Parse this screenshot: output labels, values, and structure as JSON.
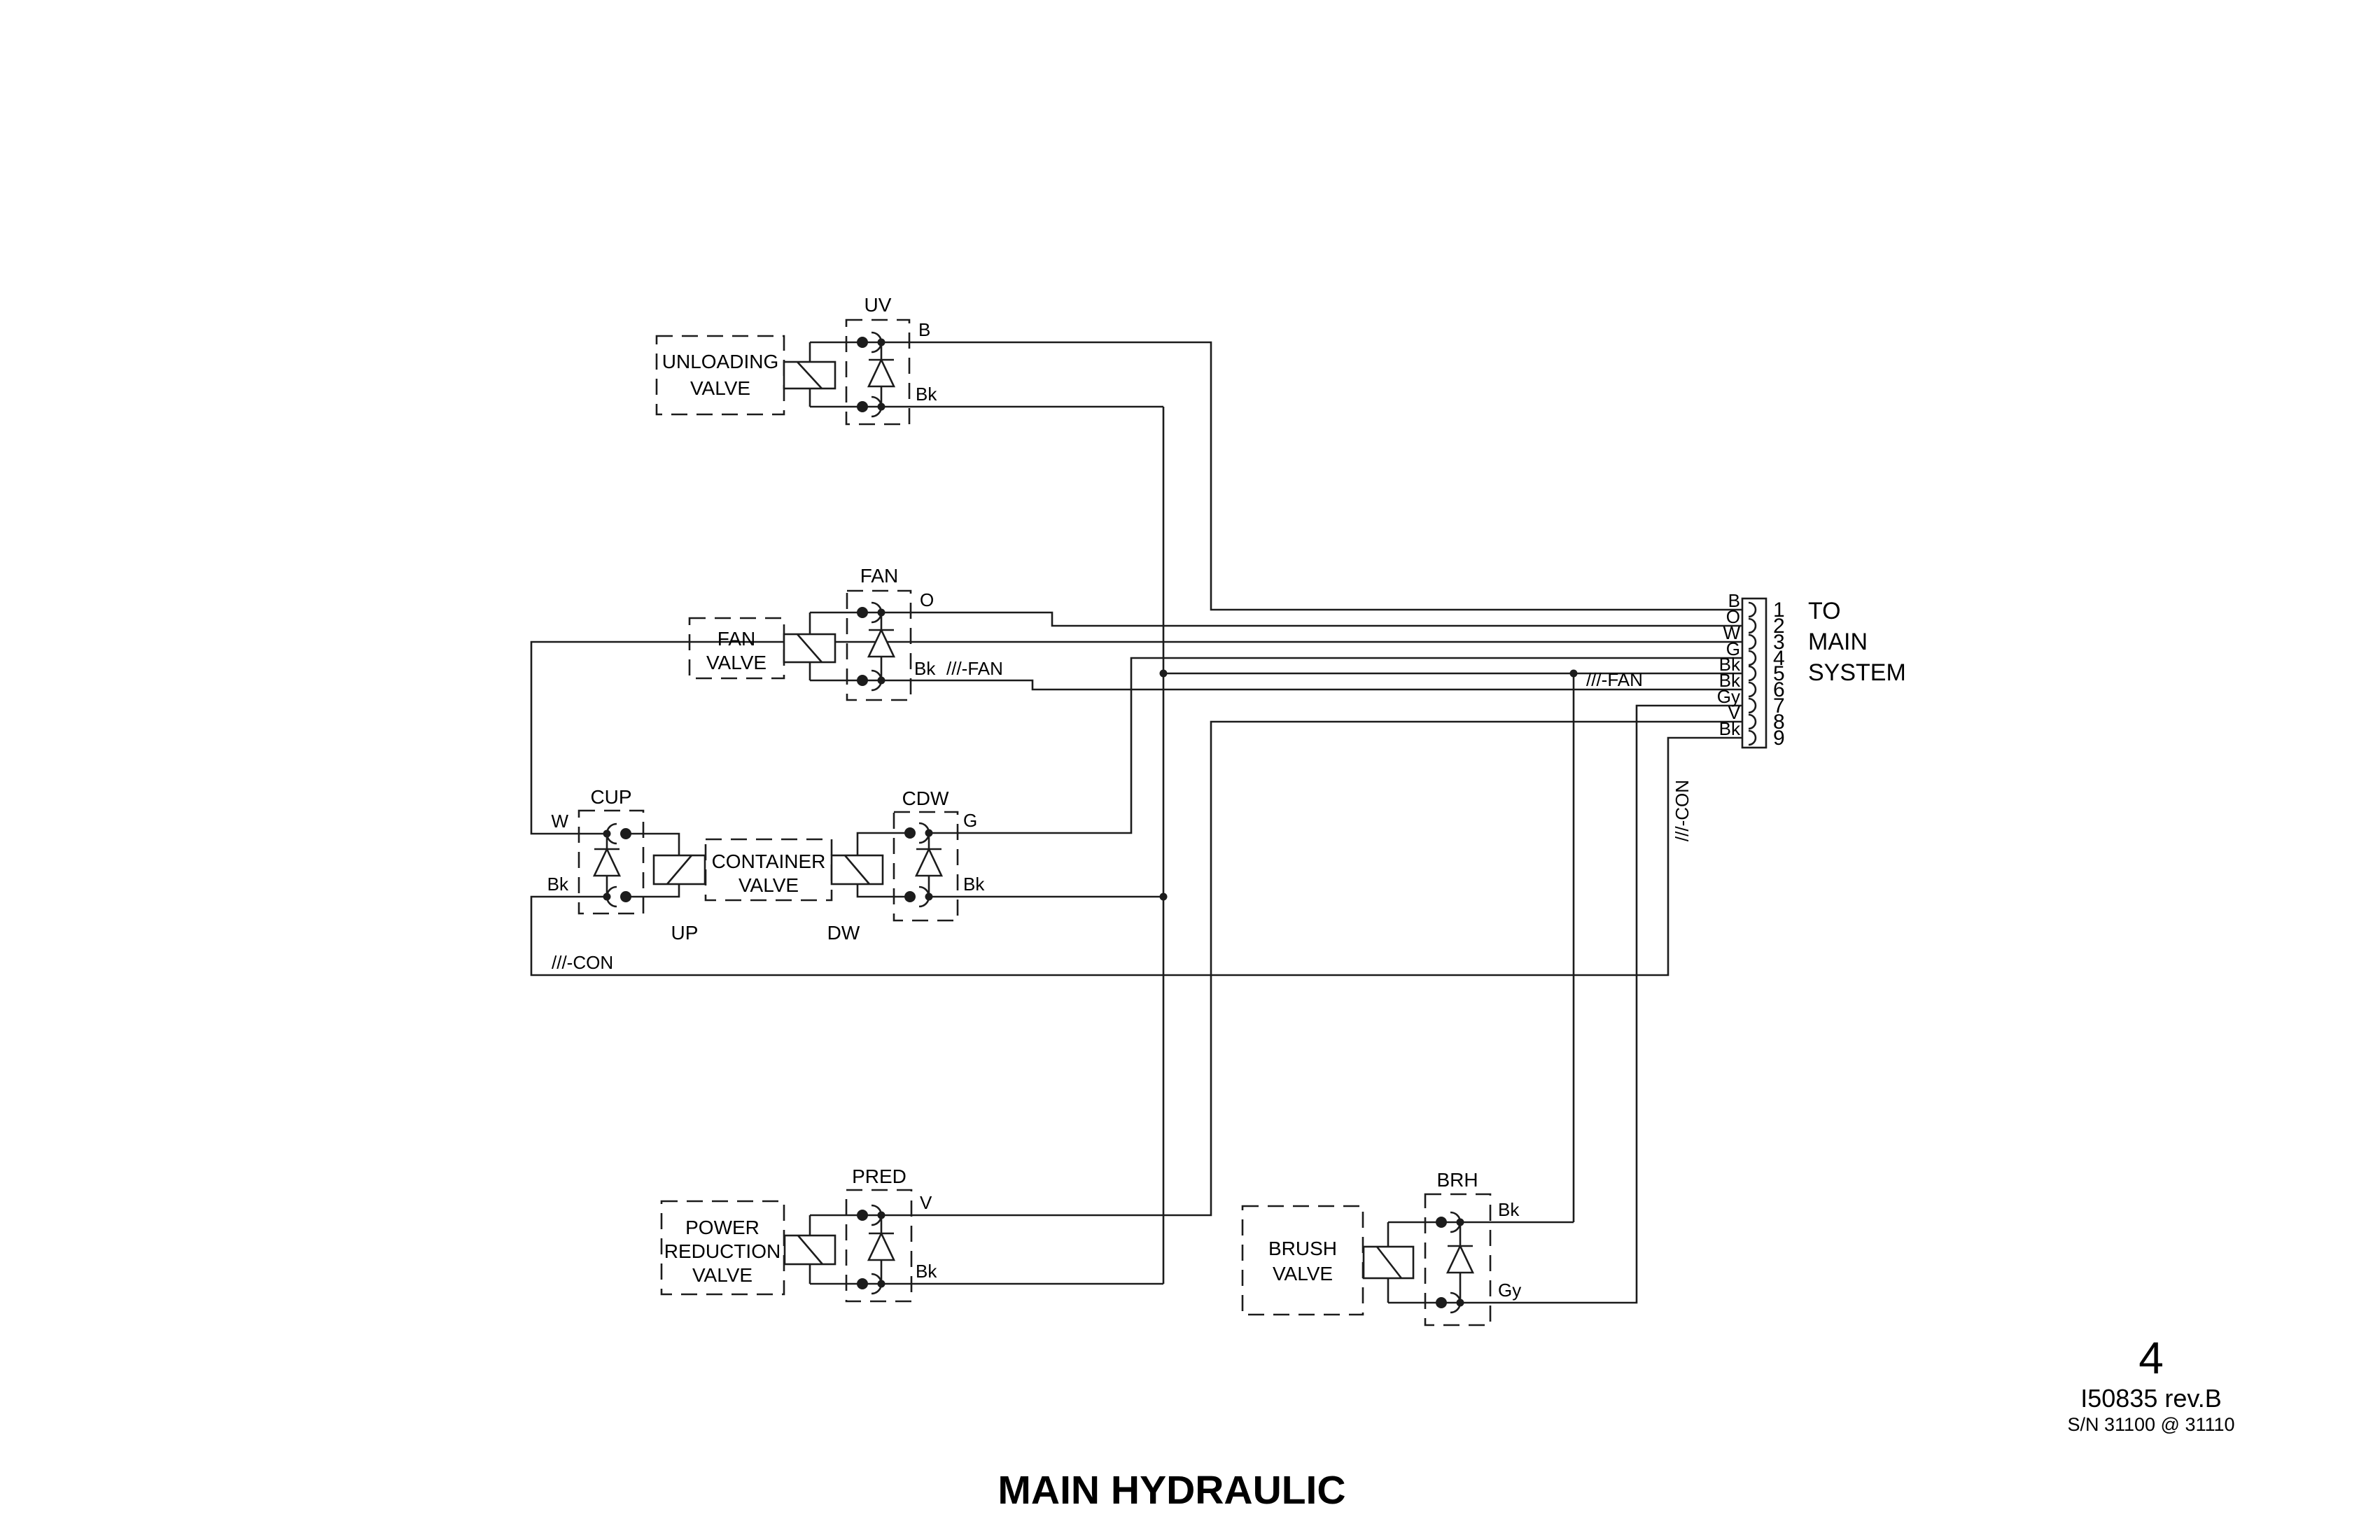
{
  "page": {
    "title": "MAIN HYDRAULIC",
    "sheet_number": "4",
    "document_number": "I50835 rev.B",
    "serial_range": "S/N 31100 @ 31110",
    "background_color": "#ffffff",
    "line_color": "#1c1c1c"
  },
  "destination": {
    "line1": "TO",
    "line2": "MAIN",
    "line3": "SYSTEM"
  },
  "harness": {
    "fan_label": "///-FAN",
    "con_label": "///-CON"
  },
  "valves": {
    "unloading": {
      "name_line1": "UNLOADING",
      "name_line2": "VALVE",
      "connector_ref": "UV",
      "wire_top": "B",
      "wire_bottom": "Bk"
    },
    "fan": {
      "name_line1": "FAN",
      "name_line2": "VALVE",
      "connector_ref": "FAN",
      "wire_top": "O",
      "wire_bottom": "Bk"
    },
    "container": {
      "name_line1": "CONTAINER",
      "name_line2": "VALVE",
      "up_connector_ref": "CUP",
      "down_connector_ref": "CDW",
      "up_solenoid_label": "UP",
      "down_solenoid_label": "DW",
      "up_wire_top": "W",
      "up_wire_bottom": "Bk",
      "down_wire_top": "G",
      "down_wire_bottom": "Bk"
    },
    "power_reduction": {
      "name_line1": "POWER",
      "name_line2": "REDUCTION",
      "name_line3": "VALVE",
      "connector_ref": "PRED",
      "wire_top": "V",
      "wire_bottom": "Bk"
    },
    "brush": {
      "name_line1": "BRUSH",
      "name_line2": "VALVE",
      "connector_ref": "BRH",
      "wire_top": "Bk",
      "wire_bottom": "Gy"
    }
  },
  "main_connector": {
    "pins": [
      {
        "num": "1",
        "wire": "B"
      },
      {
        "num": "2",
        "wire": "O"
      },
      {
        "num": "3",
        "wire": "W"
      },
      {
        "num": "4",
        "wire": "G"
      },
      {
        "num": "5",
        "wire": "Bk"
      },
      {
        "num": "6",
        "wire": "Bk"
      },
      {
        "num": "7",
        "wire": "Gy"
      },
      {
        "num": "8",
        "wire": "V"
      },
      {
        "num": "9",
        "wire": "Bk"
      }
    ]
  }
}
